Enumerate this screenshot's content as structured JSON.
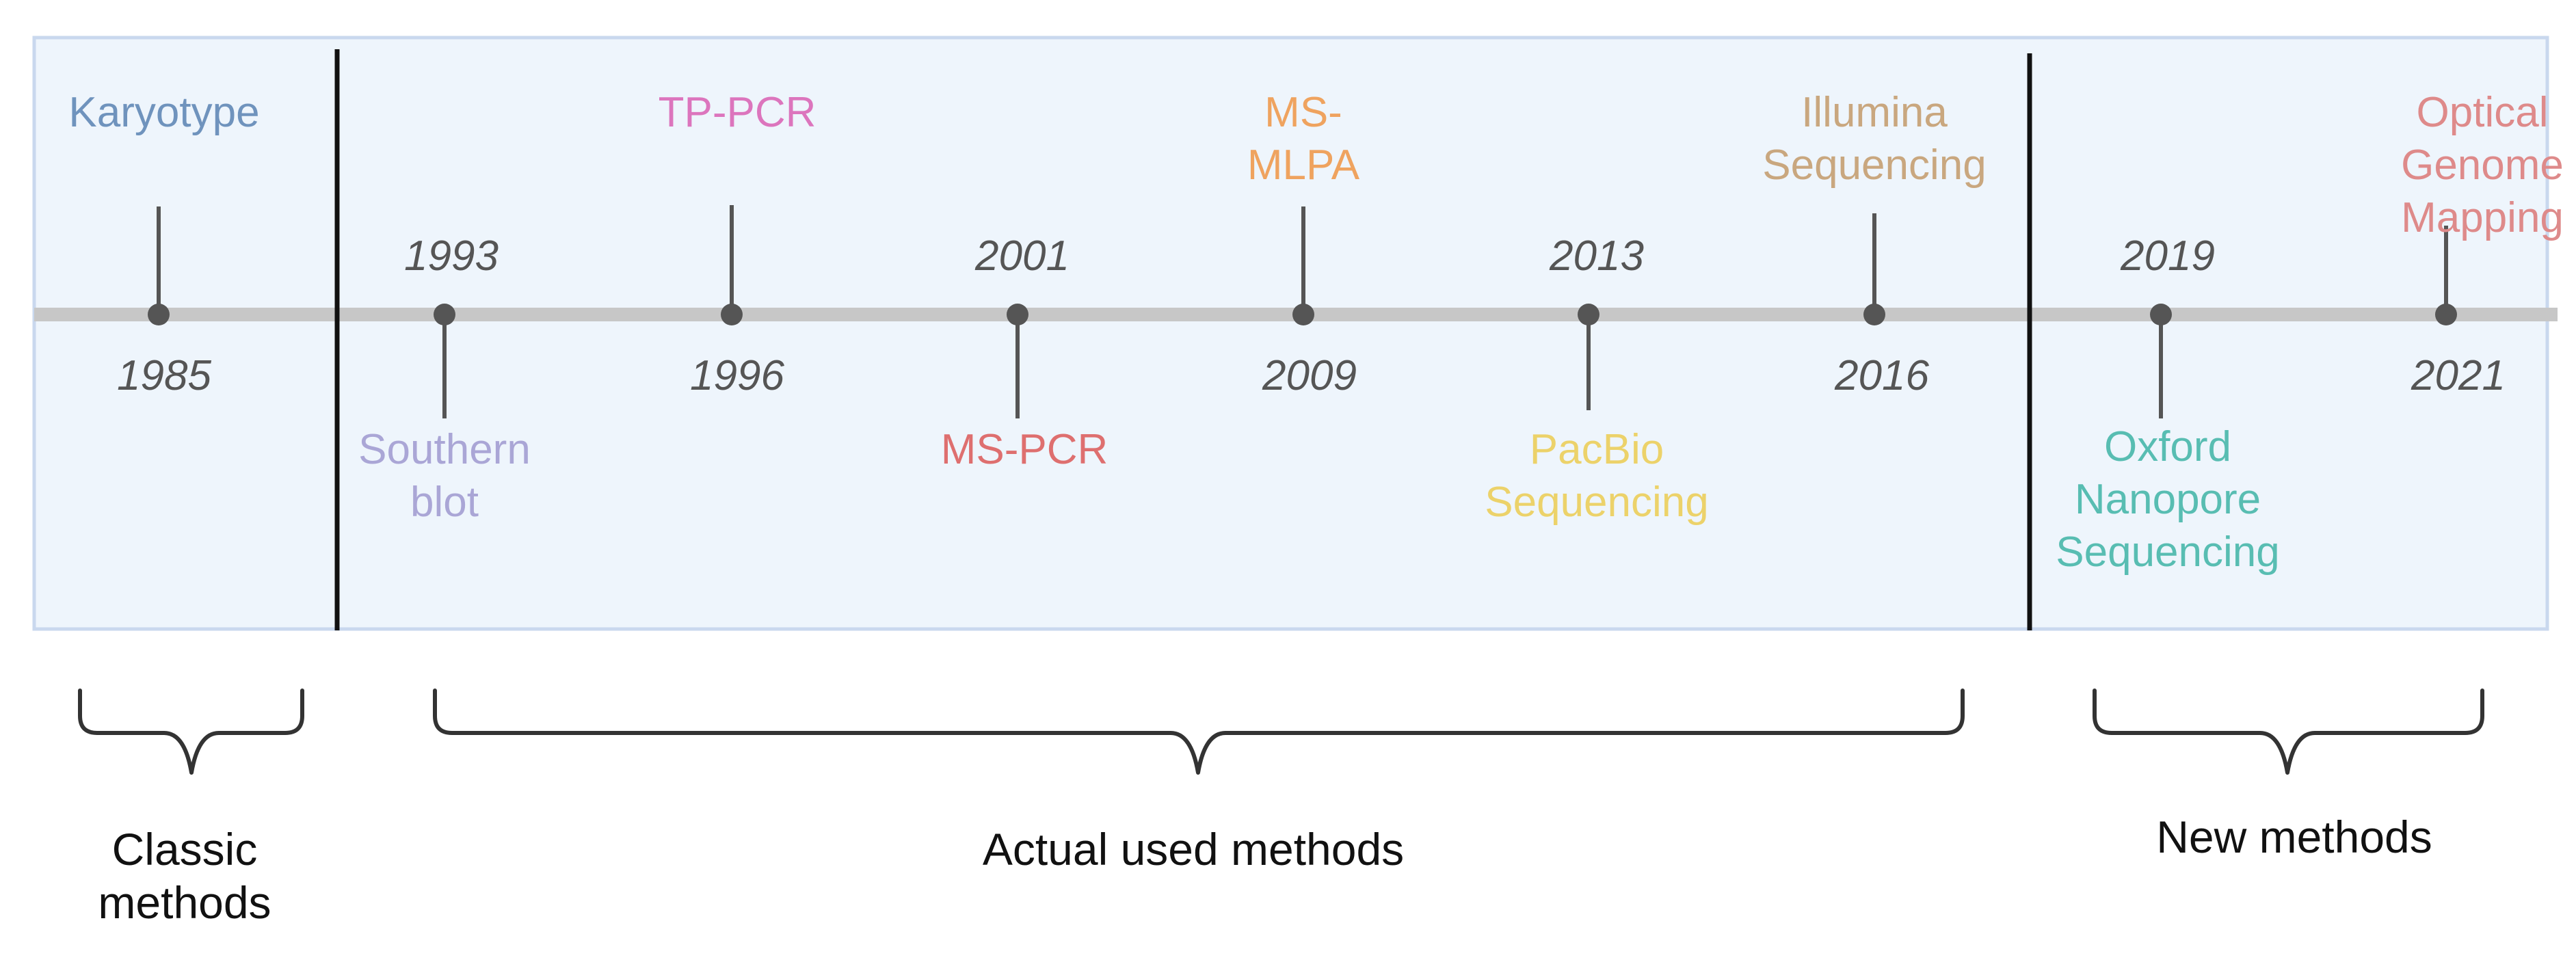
{
  "events": [
    {
      "year": "1985",
      "name": [
        "Karyotype"
      ],
      "color": "#6f93bd"
    },
    {
      "year": "1993",
      "name": [
        "Southern",
        "blot"
      ],
      "color": "#aaa6d6"
    },
    {
      "year": "1996",
      "name": [
        "TP-PCR"
      ],
      "color": "#dc75bd"
    },
    {
      "year": "2001",
      "name": [
        "MS-PCR"
      ],
      "color": "#de6f6f"
    },
    {
      "year": "2009",
      "name": [
        "MS-",
        "MLPA"
      ],
      "color": "#efa35f"
    },
    {
      "year": "2013",
      "name": [
        "PacBio",
        "Sequencing"
      ],
      "color": "#ecd26a"
    },
    {
      "year": "2016",
      "name": [
        "Illumina",
        "Sequencing"
      ],
      "color": "#c9a77f"
    },
    {
      "year": "2019",
      "name": [
        "Oxford",
        "Nanopore",
        "Sequencing"
      ],
      "color": "#58bdb2"
    },
    {
      "year": "2021",
      "name": [
        "Optical",
        "Genome",
        "Mapping"
      ],
      "color": "#de8a8a"
    }
  ],
  "groups": [
    {
      "label": [
        "Classic",
        "methods"
      ]
    },
    {
      "label": [
        "Actual used methods"
      ]
    },
    {
      "label": [
        "New methods"
      ]
    }
  ],
  "colors": {
    "panel_fill": "#eef5fc",
    "panel_border": "#c9d8ee",
    "axis": "#c7c7c7",
    "marker": "#555555",
    "divider": "#111111",
    "brace": "#333333"
  }
}
